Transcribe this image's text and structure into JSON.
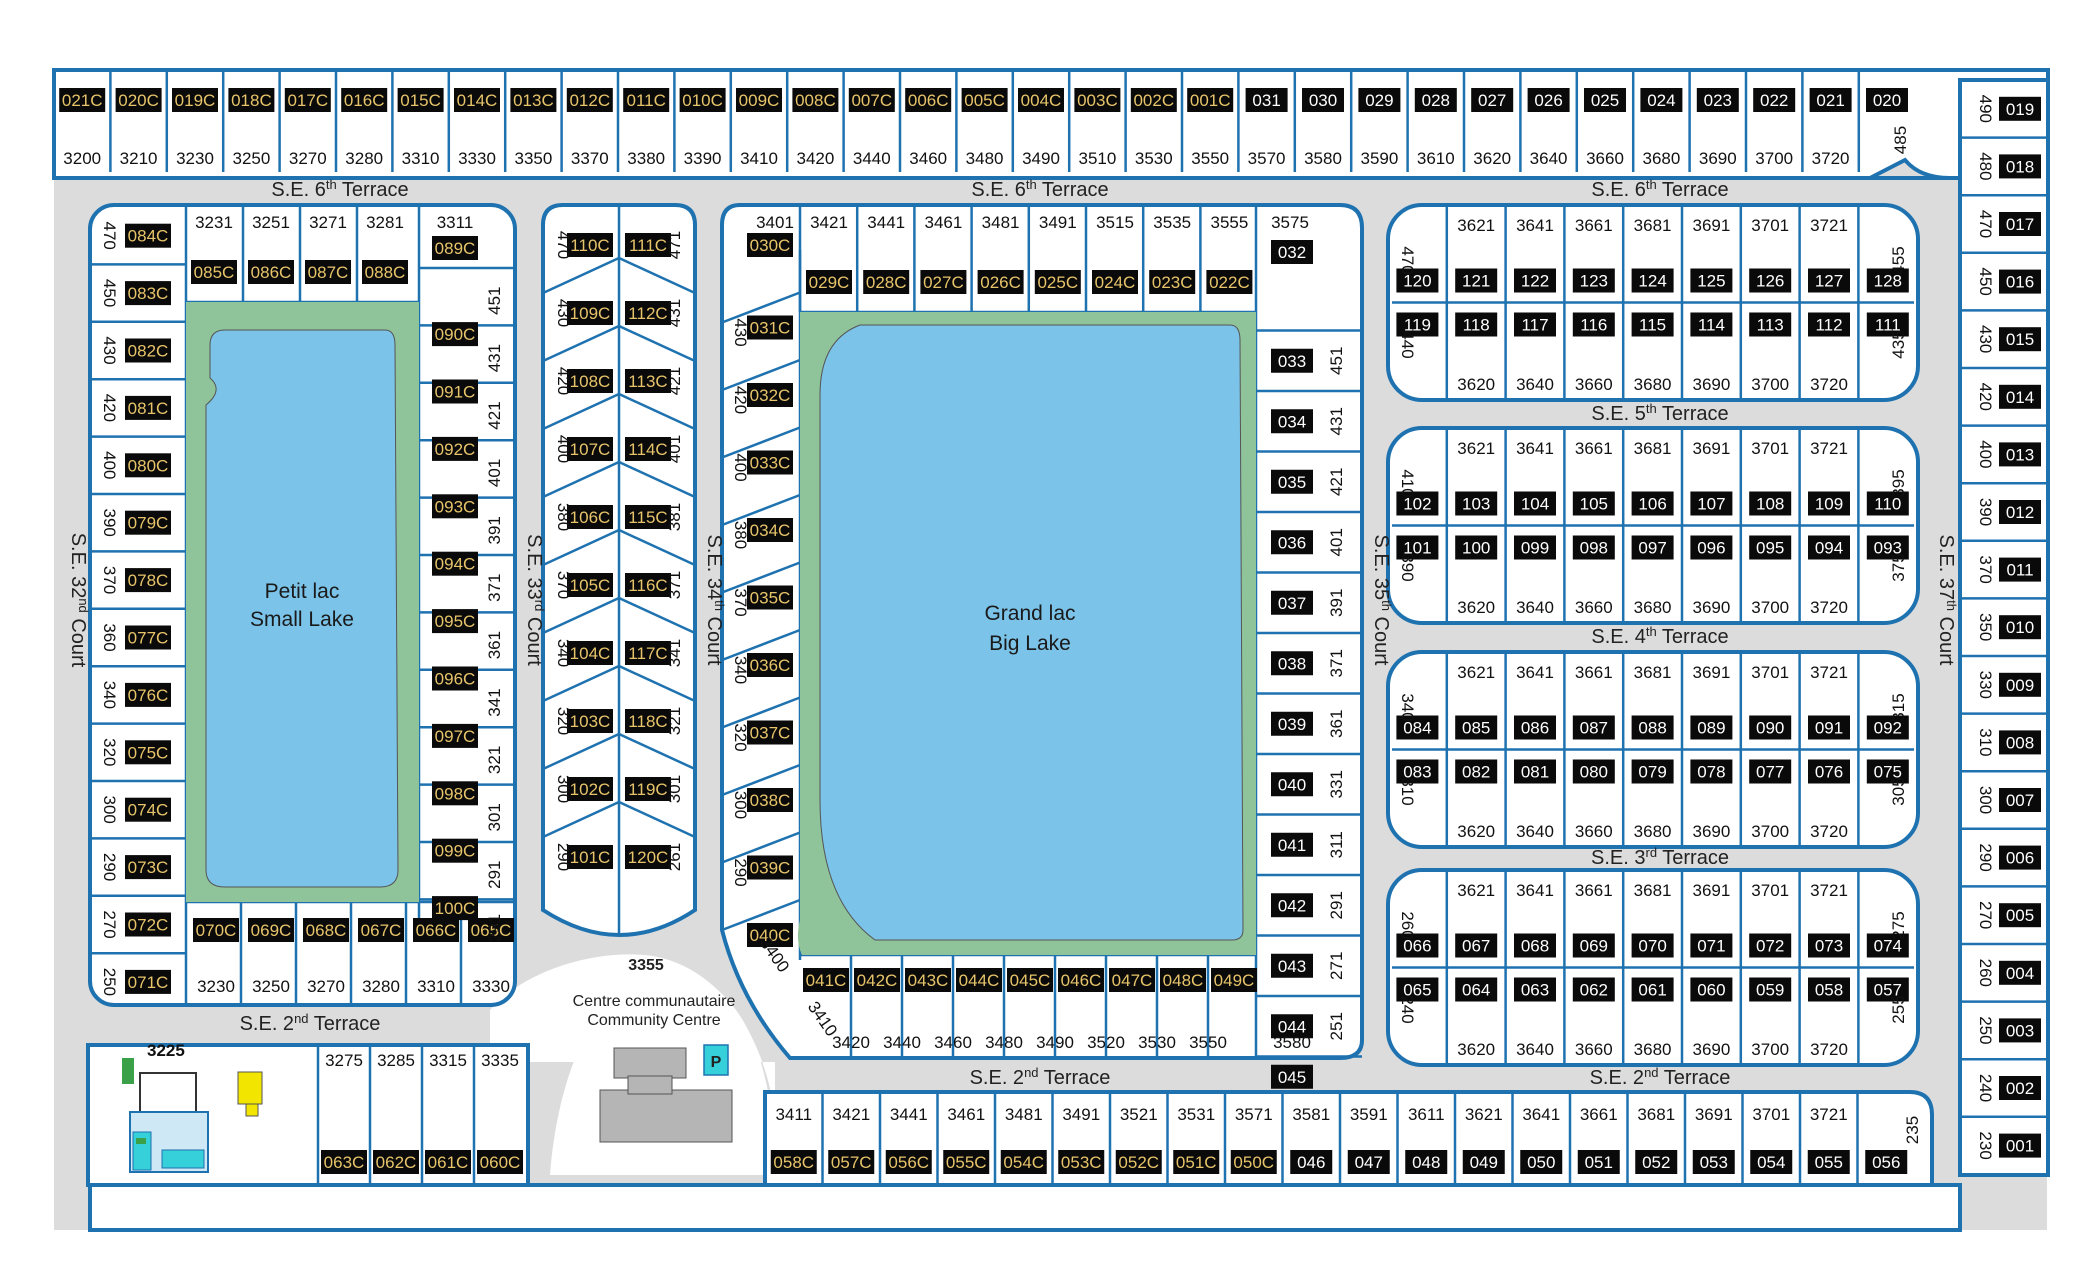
{
  "colors": {
    "road": "#dcdcdc",
    "outline": "#1f72b0",
    "lake": "#7bc3e8",
    "grass": "#8fc49b",
    "lot_fill": "#ffffff",
    "badge_bg": "#0a0a0a",
    "badge_text_c": "#e7c46a",
    "badge_text_n": "#ffffff",
    "parking": "#35d0d9"
  },
  "streets": {
    "se6_left": "S.E. 6th Terrace",
    "se6_mid": "S.E. 6th Terrace",
    "se6_right": "S.E. 6th Terrace",
    "se5": "S.E. 5th Terrace",
    "se4": "S.E. 4th Terrace",
    "se3": "S.E. 3rd Terrace",
    "se2_left": "S.E. 2nd Terrace",
    "se2_mid": "S.E. 2nd Terrace",
    "se2_right": "S.E. 2nd Terrace",
    "court32": "S.E. 32nd Court",
    "court33": "S.E. 33rd Court",
    "court34": "S.E. 34th Court",
    "court35": "S.E. 35th Court",
    "court37": "S.E. 37th Court"
  },
  "lakes": {
    "small_fr": "Petit lac",
    "small_en": "Small Lake",
    "big_fr": "Grand lac",
    "big_en": "Big Lake"
  },
  "community": {
    "number": "3355",
    "name_fr": "Centre communautaire",
    "name_en": "Community Centre",
    "parking": "P",
    "office_number": "3225"
  },
  "top_row": {
    "badges": [
      "021C",
      "020C",
      "019C",
      "018C",
      "017C",
      "016C",
      "015C",
      "014C",
      "013C",
      "012C",
      "011C",
      "010C",
      "009C",
      "008C",
      "007C",
      "006C",
      "005C",
      "004C",
      "003C",
      "002C",
      "001C",
      "031",
      "030",
      "029",
      "028",
      "027",
      "026",
      "025",
      "024",
      "023",
      "022",
      "021",
      "020"
    ],
    "numbers": [
      "3200",
      "3210",
      "3230",
      "3250",
      "3270",
      "3280",
      "3310",
      "3330",
      "3350",
      "3370",
      "3380",
      "3390",
      "3410",
      "3420",
      "3440",
      "3460",
      "3480",
      "3490",
      "3510",
      "3530",
      "3550",
      "3570",
      "3580",
      "3590",
      "3610",
      "3620",
      "3640",
      "3660",
      "3680",
      "3690",
      "3700",
      "3720"
    ],
    "corner_number": "485"
  },
  "right_col": {
    "badges": [
      "019",
      "018",
      "017",
      "016",
      "015",
      "014",
      "013",
      "012",
      "011",
      "010",
      "009",
      "008",
      "007",
      "006",
      "005",
      "004",
      "003",
      "002",
      "001"
    ],
    "numbers": [
      "490",
      "480",
      "470",
      "450",
      "430",
      "420",
      "400",
      "390",
      "370",
      "350",
      "330",
      "310",
      "300",
      "290",
      "270",
      "260",
      "250",
      "240",
      "230"
    ]
  },
  "bottom_row": {
    "numbers": [
      "3411",
      "3421",
      "3441",
      "3461",
      "3481",
      "3491",
      "3521",
      "3531",
      "3571",
      "3581",
      "3591",
      "3611",
      "3621",
      "3641",
      "3661",
      "3681",
      "3691",
      "3701",
      "3721"
    ],
    "badges": [
      "058C",
      "057C",
      "056C",
      "055C",
      "054C",
      "053C",
      "052C",
      "051C",
      "050C",
      "046",
      "047",
      "048",
      "049",
      "050",
      "051",
      "052",
      "053",
      "054",
      "055",
      "056"
    ],
    "end_number": "235"
  },
  "bottom_left": {
    "numbers": [
      "3275",
      "3285",
      "3315",
      "3335"
    ],
    "badges": [
      "063C",
      "062C",
      "061C",
      "060C"
    ]
  },
  "court32": {
    "numbers": [
      "470",
      "450",
      "430",
      "420",
      "400",
      "390",
      "370",
      "360",
      "340",
      "320",
      "300",
      "290",
      "270",
      "250"
    ],
    "badges": [
      "084C",
      "083C",
      "082C",
      "081C",
      "080C",
      "079C",
      "078C",
      "077C",
      "076C",
      "075C",
      "074C",
      "073C",
      "072C",
      "071C"
    ]
  },
  "small_lake_top": {
    "numbers": [
      "3231",
      "3251",
      "3271",
      "3281"
    ],
    "badges": [
      "085C",
      "086C",
      "087C",
      "088C"
    ]
  },
  "small_lake_right": {
    "corner_number": "3311",
    "numbers": [
      "451",
      "431",
      "421",
      "401",
      "391",
      "371",
      "361",
      "341",
      "321",
      "301",
      "291"
    ],
    "badges": [
      "089C",
      "090C",
      "091C",
      "092C",
      "093C",
      "094C",
      "095C",
      "096C",
      "097C",
      "098C",
      "099C",
      "100C"
    ]
  },
  "small_lake_bottom": {
    "badges": [
      "070C",
      "069C",
      "068C",
      "067C",
      "066C",
      "065C"
    ],
    "numbers": [
      "3230",
      "3250",
      "3270",
      "3280",
      "3310",
      "3330"
    ]
  },
  "court33_block": {
    "left_numbers": [
      "470",
      "430",
      "420",
      "400",
      "380",
      "370",
      "340",
      "320",
      "300",
      "290"
    ],
    "left_badges": [
      "110C",
      "109C",
      "108C",
      "107C",
      "106C",
      "105C",
      "104C",
      "103C",
      "102C",
      "101C"
    ],
    "right_numbers": [
      "471",
      "431",
      "421",
      "401",
      "381",
      "371",
      "341",
      "321",
      "301",
      "261"
    ],
    "right_badges": [
      "111C",
      "112C",
      "113C",
      "114C",
      "115C",
      "116C",
      "117C",
      "118C",
      "119C",
      "120C"
    ]
  },
  "big_lake_left": {
    "corner_number": "3401",
    "numbers": [
      "430",
      "420",
      "400",
      "380",
      "370",
      "340",
      "320",
      "300",
      "290"
    ],
    "badges": [
      "030C",
      "031C",
      "032C",
      "033C",
      "034C",
      "035C",
      "036C",
      "037C",
      "038C",
      "039C",
      "040C"
    ],
    "diag_numbers": [
      "3400",
      "3410"
    ]
  },
  "big_lake_top": {
    "numbers": [
      "3421",
      "3441",
      "3461",
      "3481",
      "3491",
      "3515",
      "3535",
      "3555"
    ],
    "badges": [
      "029C",
      "028C",
      "027C",
      "026C",
      "025C",
      "024C",
      "023C",
      "022C"
    ]
  },
  "big_lake_right": {
    "corner_number": "3575",
    "badges": [
      "032",
      "033",
      "034",
      "035",
      "036",
      "037",
      "038",
      "039",
      "040",
      "041",
      "042",
      "043",
      "044",
      "045"
    ],
    "numbers": [
      "451",
      "431",
      "421",
      "401",
      "391",
      "371",
      "361",
      "331",
      "311",
      "291",
      "271",
      "251"
    ],
    "end_number": "3580"
  },
  "big_lake_bottom": {
    "badges": [
      "041C",
      "042C",
      "043C",
      "044C",
      "045C",
      "046C",
      "047C",
      "048C",
      "049C"
    ],
    "numbers": [
      "3420",
      "3440",
      "3460",
      "3480",
      "3490",
      "3520",
      "3530",
      "3550"
    ]
  },
  "blocks": [
    {
      "top_numbers": [
        "3621",
        "3641",
        "3661",
        "3681",
        "3691",
        "3701",
        "3721"
      ],
      "top_badges": [
        "120",
        "121",
        "122",
        "123",
        "124",
        "125",
        "126",
        "127",
        "128"
      ],
      "bottom_badges": [
        "119",
        "118",
        "117",
        "116",
        "115",
        "114",
        "113",
        "112",
        "111"
      ],
      "bottom_numbers": [
        "3620",
        "3640",
        "3660",
        "3680",
        "3690",
        "3700",
        "3720"
      ],
      "left_top": "470",
      "left_bottom": "440",
      "right_top": "455",
      "right_bottom": "435"
    },
    {
      "top_numbers": [
        "3621",
        "3641",
        "3661",
        "3681",
        "3691",
        "3701",
        "3721"
      ],
      "top_badges": [
        "102",
        "103",
        "104",
        "105",
        "106",
        "107",
        "108",
        "109",
        "110"
      ],
      "bottom_badges": [
        "101",
        "100",
        "099",
        "098",
        "097",
        "096",
        "095",
        "094",
        "093"
      ],
      "bottom_numbers": [
        "3620",
        "3640",
        "3660",
        "3680",
        "3690",
        "3700",
        "3720"
      ],
      "left_top": "410",
      "left_bottom": "390",
      "right_top": "395",
      "right_bottom": "375"
    },
    {
      "top_numbers": [
        "3621",
        "3641",
        "3661",
        "3681",
        "3691",
        "3701",
        "3721"
      ],
      "top_badges": [
        "084",
        "085",
        "086",
        "087",
        "088",
        "089",
        "090",
        "091",
        "092"
      ],
      "bottom_badges": [
        "083",
        "082",
        "081",
        "080",
        "079",
        "078",
        "077",
        "076",
        "075"
      ],
      "bottom_numbers": [
        "3620",
        "3640",
        "3660",
        "3680",
        "3690",
        "3700",
        "3720"
      ],
      "left_top": "340",
      "left_bottom": "310",
      "right_top": "315",
      "right_bottom": "305"
    },
    {
      "top_numbers": [
        "3621",
        "3641",
        "3661",
        "3681",
        "3691",
        "3701",
        "3721"
      ],
      "top_badges": [
        "066",
        "067",
        "068",
        "069",
        "070",
        "071",
        "072",
        "073",
        "074"
      ],
      "bottom_badges": [
        "065",
        "064",
        "063",
        "062",
        "061",
        "060",
        "059",
        "058",
        "057"
      ],
      "bottom_numbers": [
        "3620",
        "3640",
        "3660",
        "3680",
        "3690",
        "3700",
        "3720"
      ],
      "left_top": "260",
      "left_bottom": "240",
      "right_top": "275",
      "right_bottom": "255"
    }
  ]
}
